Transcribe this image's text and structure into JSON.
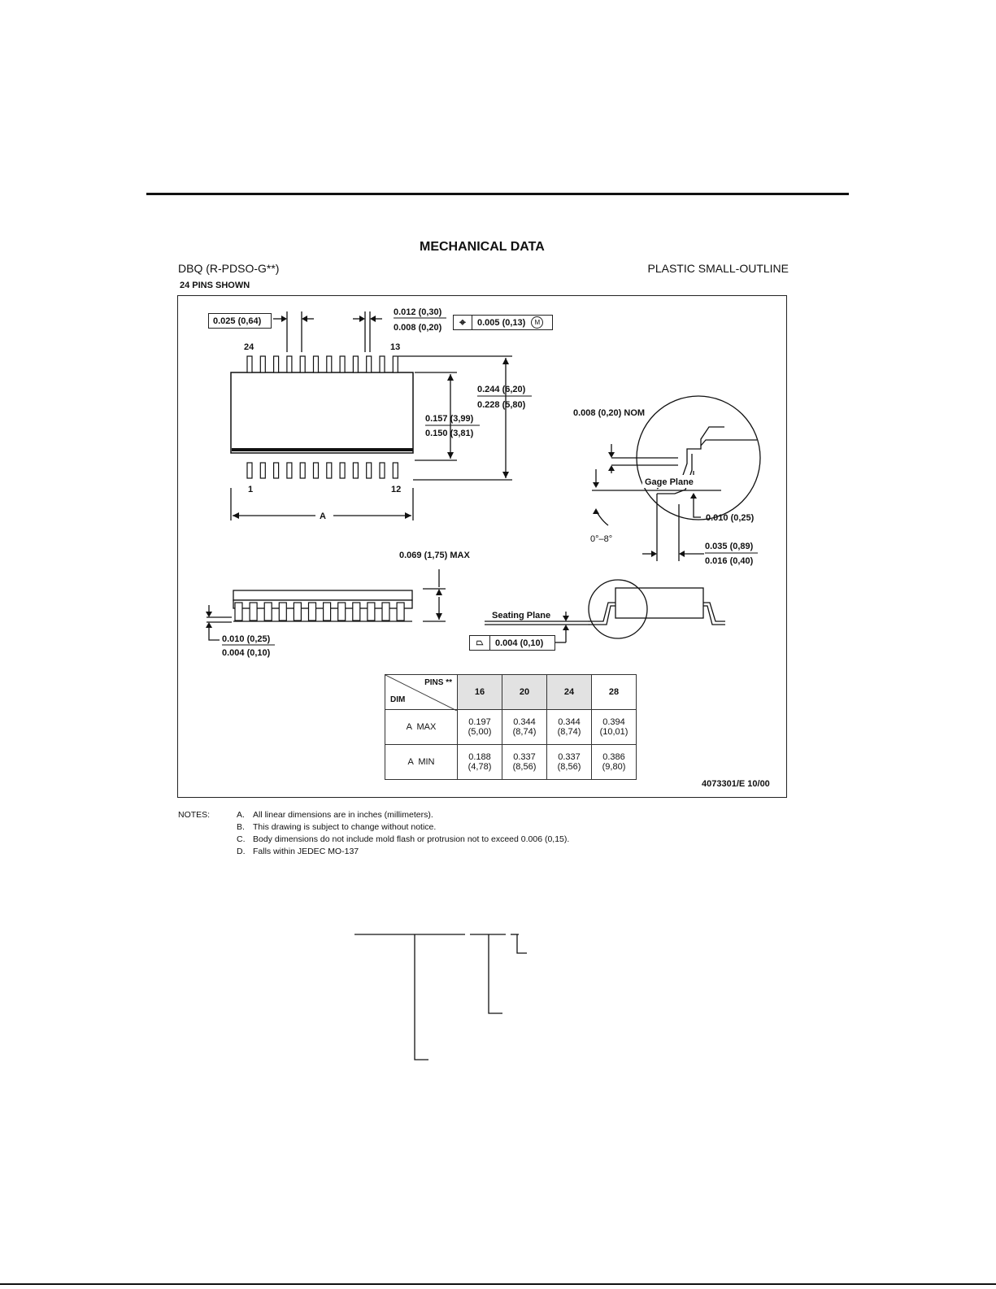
{
  "header": {
    "title": "MECHANICAL DATA",
    "package_code": "DBQ (R-PDSO-G**)",
    "package_type": "PLASTIC SMALL-OUTLINE",
    "pins_shown": "24 PINS SHOWN"
  },
  "drawing": {
    "pitch_dim": "0.025 (0,64)",
    "lead_width_max": "0.012 (0,30)",
    "lead_width_min": "0.008 (0,20)",
    "position_tol": "0.005 (0,13)",
    "position_mod": "M",
    "pin_24": "24",
    "pin_13": "13",
    "pin_1": "1",
    "pin_12": "12",
    "overall_width_max": "0.244 (6,20)",
    "overall_width_min": "0.228 (5,80)",
    "body_width_max": "0.157 (3,99)",
    "body_width_min": "0.150 (3,81)",
    "dim_a": "A",
    "lead_thickness": "0.008 (0,20) NOM",
    "gage_plane": "Gage Plane",
    "gage_dim": "0.010 (0,25)",
    "angle": "0°–8°",
    "foot_max": "0.035 (0,89)",
    "foot_min": "0.016 (0,40)",
    "height_max": "0.069 (1,75) MAX",
    "standoff_max": "0.010 (0,25)",
    "standoff_min": "0.004 (0,10)",
    "seating_plane": "Seating Plane",
    "coplanarity": "0.004 (0,10)",
    "drawing_number": "4073301/E 10/00"
  },
  "table": {
    "corner_pins": "PINS **",
    "corner_dim": "DIM",
    "columns": [
      "16",
      "20",
      "24",
      "28"
    ],
    "rows": [
      {
        "label": "A  MAX",
        "values": [
          "0.197",
          "0.344",
          "0.344",
          "0.394"
        ],
        "mm": [
          "(5,00)",
          "(8,74)",
          "(8,74)",
          "(10,01)"
        ]
      },
      {
        "label": "A  MIN",
        "values": [
          "0.188",
          "0.337",
          "0.337",
          "0.386"
        ],
        "mm": [
          "(4,78)",
          "(8,56)",
          "(8,56)",
          "(9,80)"
        ]
      }
    ]
  },
  "notes": {
    "heading": "NOTES:",
    "items": [
      {
        "letter": "A.",
        "text": "All linear dimensions are in inches (millimeters)."
      },
      {
        "letter": "B.",
        "text": "This drawing is subject to change without notice."
      },
      {
        "letter": "C.",
        "text": "Body dimensions do not include mold flash or protrusion not to exceed 0.006 (0,15)."
      },
      {
        "letter": "D.",
        "text": "Falls within JEDEC MO-137"
      }
    ]
  }
}
